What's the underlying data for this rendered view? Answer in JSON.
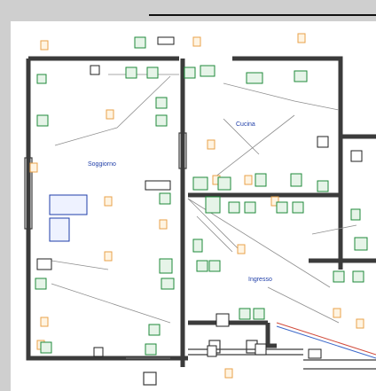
{
  "rooms": [
    {
      "id": "soggiorno",
      "label": "Soggiorno"
    },
    {
      "id": "cucina",
      "label": "Cucina"
    },
    {
      "id": "ingresso",
      "label": "Ingresso"
    }
  ],
  "colors": {
    "wall": "#3b3b3b",
    "wire": "#8e8e8e",
    "wire_red": "#d14a3a",
    "wire_blue": "#3a67c9",
    "symbol_orange": "#e8a24a",
    "symbol_green": "#1f8a3a",
    "label_blue": "#1f3ea8"
  }
}
